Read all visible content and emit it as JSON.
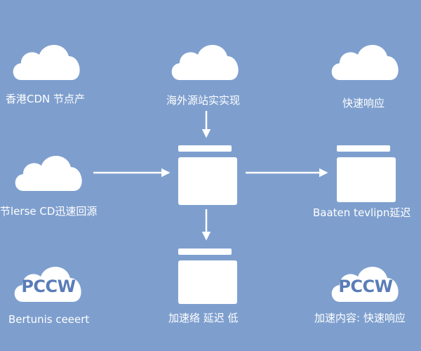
{
  "colors": {
    "background": "#7e9fce",
    "shape": "#ffffff",
    "logo_text": "#5a7db8"
  },
  "nodes": {
    "top_left": {
      "label": "香港CDN 节点产"
    },
    "top_center": {
      "label": "海外源站实实现"
    },
    "top_right": {
      "label": "快速响应"
    },
    "mid_left": {
      "label": "节lerse CD迅速回源"
    },
    "mid_right": {
      "label": "Baaten tevlipn延迟"
    },
    "bottom_left": {
      "logo": "PCCW",
      "label": "Bertunis ceeert"
    },
    "bottom_center": {
      "label": "加速络 延迟 低"
    },
    "bottom_right": {
      "logo": "PCCW",
      "label": "加速内容: 快速响应"
    }
  }
}
